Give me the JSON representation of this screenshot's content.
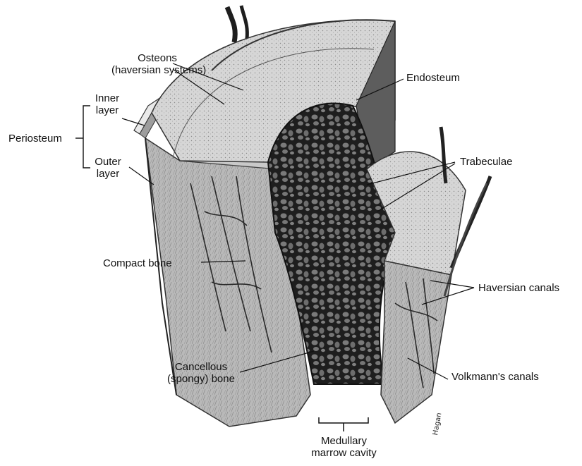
{
  "diagram": {
    "labels": {
      "osteons_line1": "Osteons",
      "osteons_line2": "(haversian systems)",
      "endosteum": "Endosteum",
      "inner_line1": "Inner",
      "inner_line2": "layer",
      "periosteum": "Periosteum",
      "outer_line1": "Outer",
      "outer_line2": "layer",
      "trabeculae": "Trabeculae",
      "compact_bone": "Compact bone",
      "haversian_canals": "Haversian canals",
      "cancellous_line1": "Cancellous",
      "cancellous_line2": "(spongy) bone",
      "volkmanns_canals": "Volkmann's canals",
      "medullary_line1": "Medullary",
      "medullary_line2": "marrow cavity"
    },
    "signature": "Hagan"
  },
  "colors": {
    "ink": "#111111",
    "bone_light": "#d9d9d9",
    "bone_mid": "#a8a8a8",
    "bone_dark": "#5a5a5a",
    "cavity": "#2b2b2b"
  }
}
